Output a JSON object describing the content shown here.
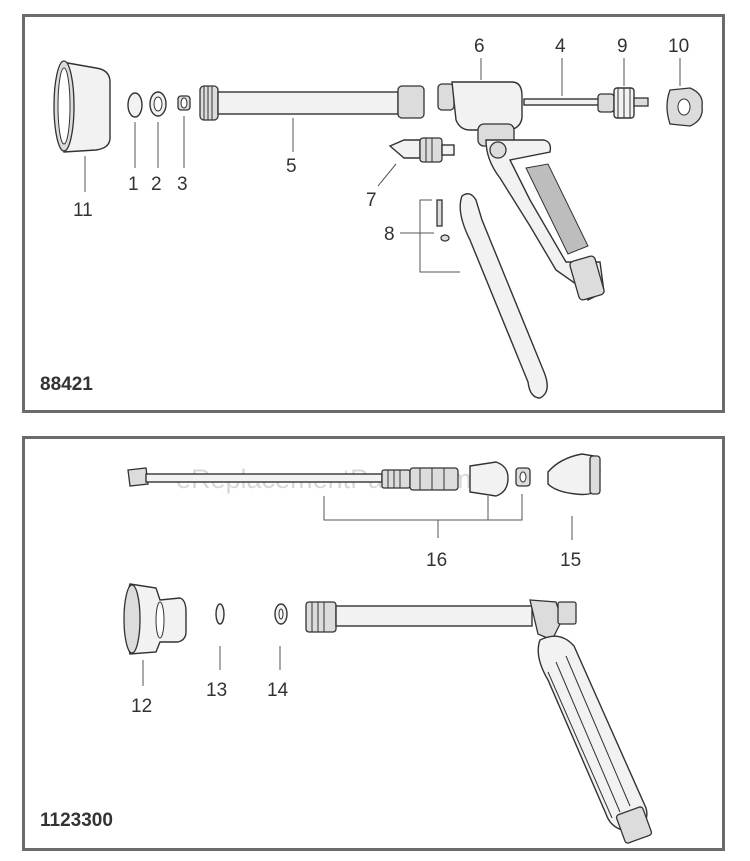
{
  "diagram": {
    "top_panel": {
      "model": "88421",
      "callouts": [
        "1",
        "2",
        "3",
        "4",
        "5",
        "6",
        "7",
        "8",
        "9",
        "10",
        "11"
      ]
    },
    "bottom_panel": {
      "model": "1123300",
      "callouts": [
        "12",
        "13",
        "14",
        "15",
        "16"
      ]
    },
    "watermark": "eReplacementParts.com"
  }
}
